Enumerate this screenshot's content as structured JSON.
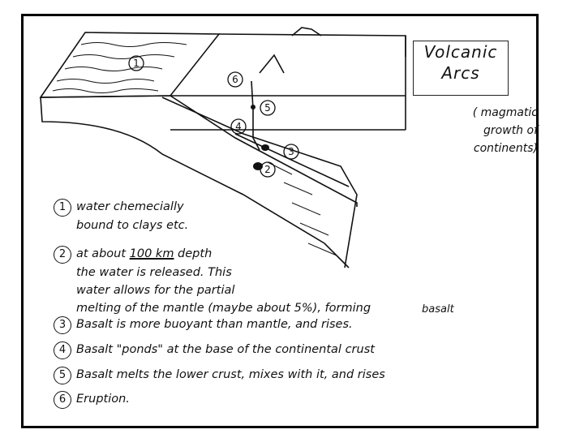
{
  "title": {
    "line1": "Volcanic",
    "line2": "Arcs"
  },
  "note": {
    "line1": "( magmatic",
    "line2": "growth of",
    "line3": "continents)"
  },
  "markers": [
    "1",
    "2",
    "3",
    "4",
    "5",
    "6"
  ],
  "legend": [
    {
      "num": "1",
      "lines": [
        "water chemecially",
        "bound to clays etc."
      ]
    },
    {
      "num": "2",
      "line1_pre": "at about ",
      "line1_u": "100 km",
      "line1_post": " depth",
      "lines": [
        "the water is released. This",
        "water allows for the partial",
        "melting of the mantle (maybe about 5%), forming"
      ]
    },
    {
      "num": "3",
      "lines": [
        "Basalt is more buoyant than mantle, and rises."
      ]
    },
    {
      "num": "4",
      "lines": [
        "Basalt \"ponds\" at the base of the continental crust"
      ]
    },
    {
      "num": "5",
      "lines": [
        "Basalt melts the lower crust, mixes with it, and rises"
      ]
    },
    {
      "num": "6",
      "lines": [
        "Eruption."
      ]
    }
  ],
  "basalt_tag": "basalt"
}
